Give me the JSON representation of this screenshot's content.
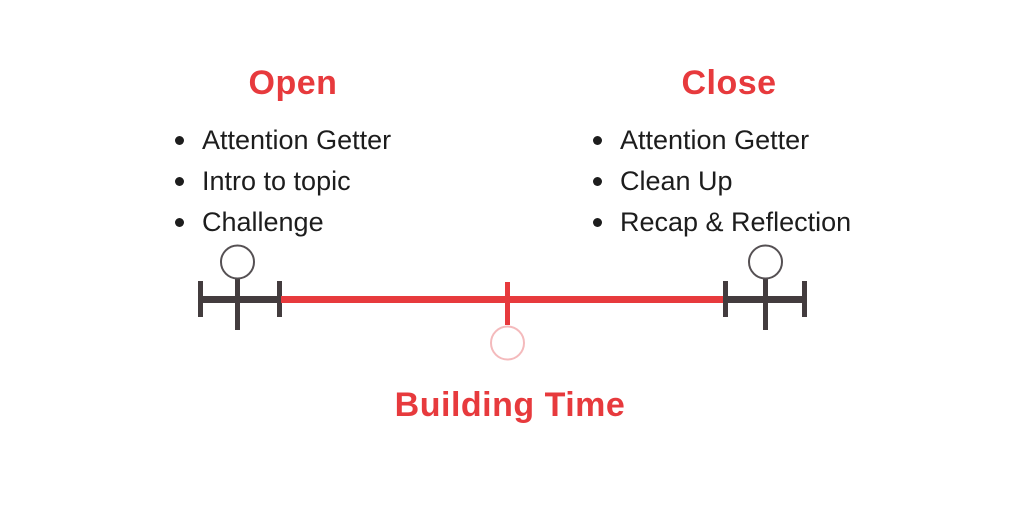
{
  "open": {
    "heading": "Open",
    "items": [
      "Attention Getter",
      "Intro to topic",
      "Challenge"
    ]
  },
  "close": {
    "heading": "Close",
    "items": [
      "Attention Getter",
      "Clean Up",
      "Recap & Reflection"
    ]
  },
  "building_time": {
    "label": "Building Time"
  },
  "timeline": {
    "left_marker_icon": "person-marker-icon",
    "right_marker_icon": "person-marker-icon",
    "middle_marker_icon": "midpoint-circle-icon"
  },
  "colors": {
    "accent_red": "#e73a3d",
    "dark": "#433c3e",
    "text": "#1d1d1d",
    "pink": "#f4babc",
    "circle_gray": "#555053",
    "bg": "#ffffff"
  }
}
